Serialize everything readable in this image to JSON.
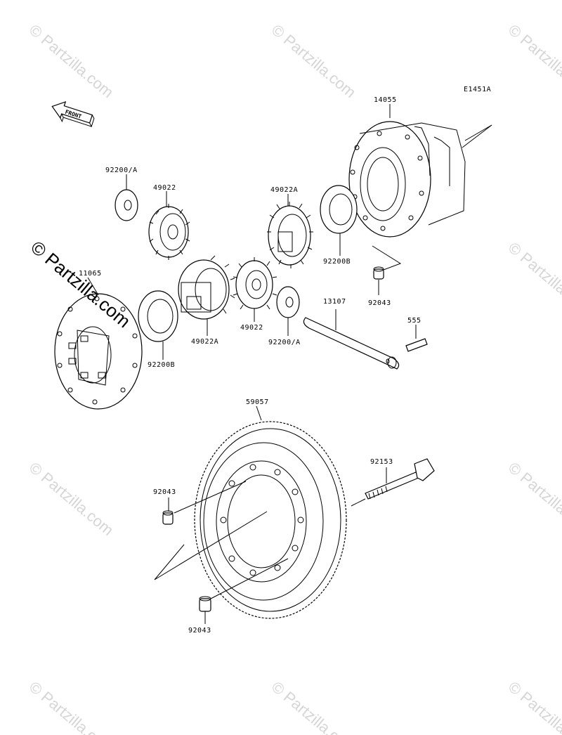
{
  "diagram_code": "E1451A",
  "front_label": "FRONT",
  "watermark": {
    "faint": "© Partzilla.com",
    "main": "© Partzilla.com"
  },
  "parts": {
    "p14055": "14055",
    "p92200A_top": "92200/A",
    "p49022_top": "49022",
    "p49022A_top": "49022A",
    "p92200B_right": "92200B",
    "p92043_right": "92043",
    "p11065": "11065",
    "p13107": "13107",
    "p555": "555",
    "p49022A_bottom": "49022A",
    "p49022_bottom": "49022",
    "p92200A_bottom": "92200/A",
    "p92200B_left": "92200B",
    "p59057": "59057",
    "p92153": "92153",
    "p92043_left": "92043",
    "p92043_bottom": "92043"
  }
}
